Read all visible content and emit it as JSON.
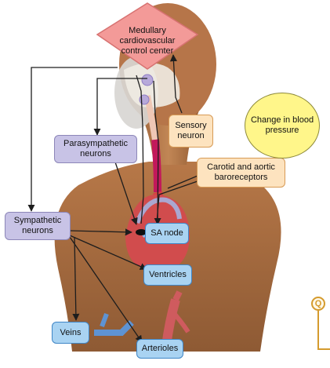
{
  "labels": {
    "center": "Medullary cardiovascular control center",
    "parasympathetic": "Parasympathetic neurons",
    "sympathetic": "Sympathetic neurons",
    "sensory": "Sensory neuron",
    "baroreceptors": "Carotid and aortic baroreceptors",
    "change": "Change in blood pressure",
    "sa_node": "SA node",
    "ventricles": "Ventricles",
    "veins": "Veins",
    "arterioles": "Arterioles",
    "q_icon": "Q"
  },
  "colors": {
    "center_fill": "#f39a98",
    "neuron_box": "#c8c3e6",
    "sensory_box": "#fde3bf",
    "target_box": "#a9d3f2",
    "stimulus_oval": "#fff68a",
    "accent": "#d59b2e"
  }
}
